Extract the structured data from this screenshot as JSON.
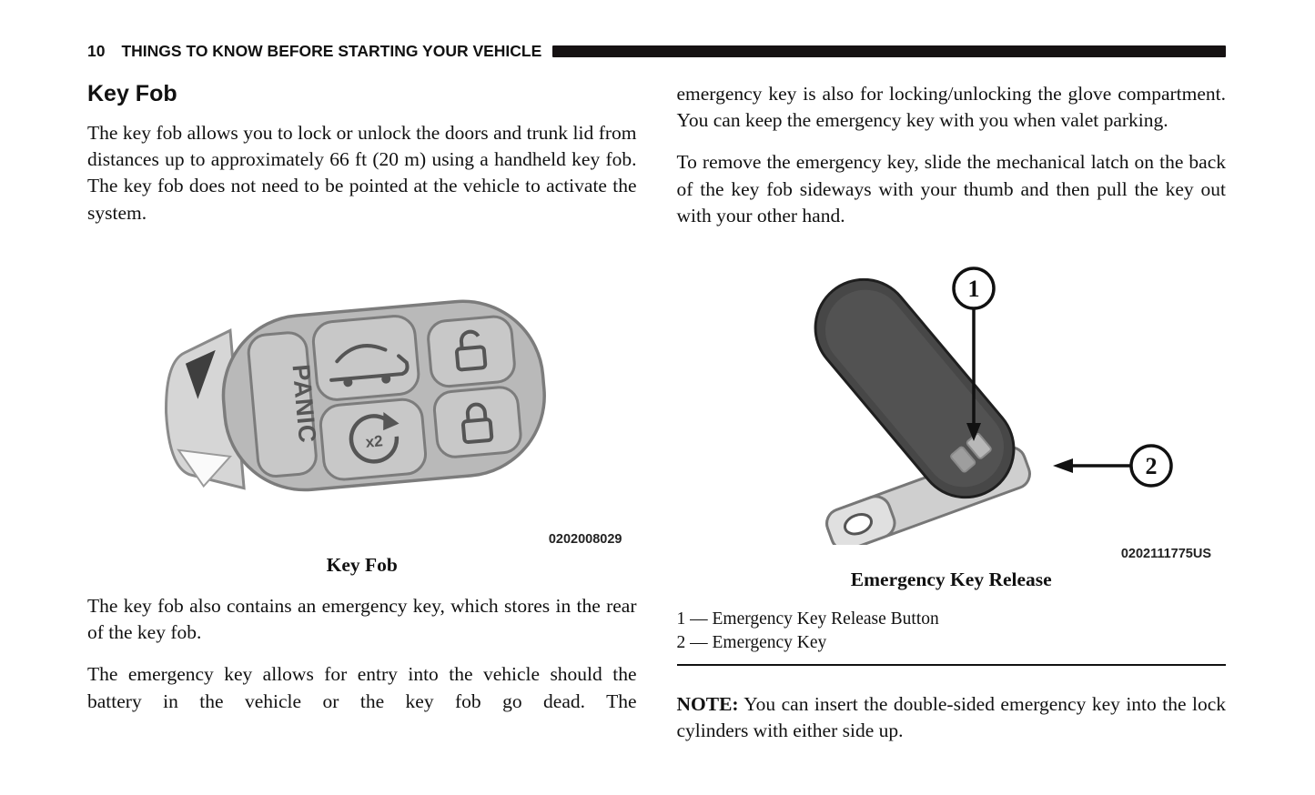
{
  "header": {
    "page_number": "10",
    "title": "THINGS TO KNOW BEFORE STARTING YOUR VEHICLE"
  },
  "colors": {
    "header_bar": "#161213",
    "fob_light_gray": "#b9b9b9",
    "fob_dark_gray": "#474747"
  },
  "left_column": {
    "heading": "Key Fob",
    "para1": "The key fob allows you to lock or unlock the doors and trunk lid from distances up to approximately 66 ft (20 m) using a handheld key fob. The key fob does not need to be pointed at the vehicle to activate the system.",
    "figure": {
      "panic_label": "PANIC",
      "multiplier_label": "x2",
      "image_id": "0202008029",
      "caption": "Key Fob"
    },
    "para2": "The key fob also contains an emergency key, which stores in the rear of the key fob.",
    "para3": "The emergency key allows for entry into the vehicle should the battery in the vehicle or the key fob go dead. The"
  },
  "right_column": {
    "para1": "emergency key is also for locking/unlocking the glove compartment. You can keep the emergency key with you when valet parking.",
    "para2": "To remove the emergency key, slide the mechanical latch on the back of the key fob sideways with your thumb and then pull the key out with your other hand.",
    "figure": {
      "callout1": "1",
      "callout2": "2",
      "image_id": "0202111775US",
      "caption": "Emergency Key Release"
    },
    "legend": [
      "1 — Emergency Key Release Button",
      "2 — Emergency Key"
    ],
    "note": {
      "label": "NOTE:",
      "text": "You can insert the double-sided emergency key into the lock cylinders with either side up."
    }
  }
}
